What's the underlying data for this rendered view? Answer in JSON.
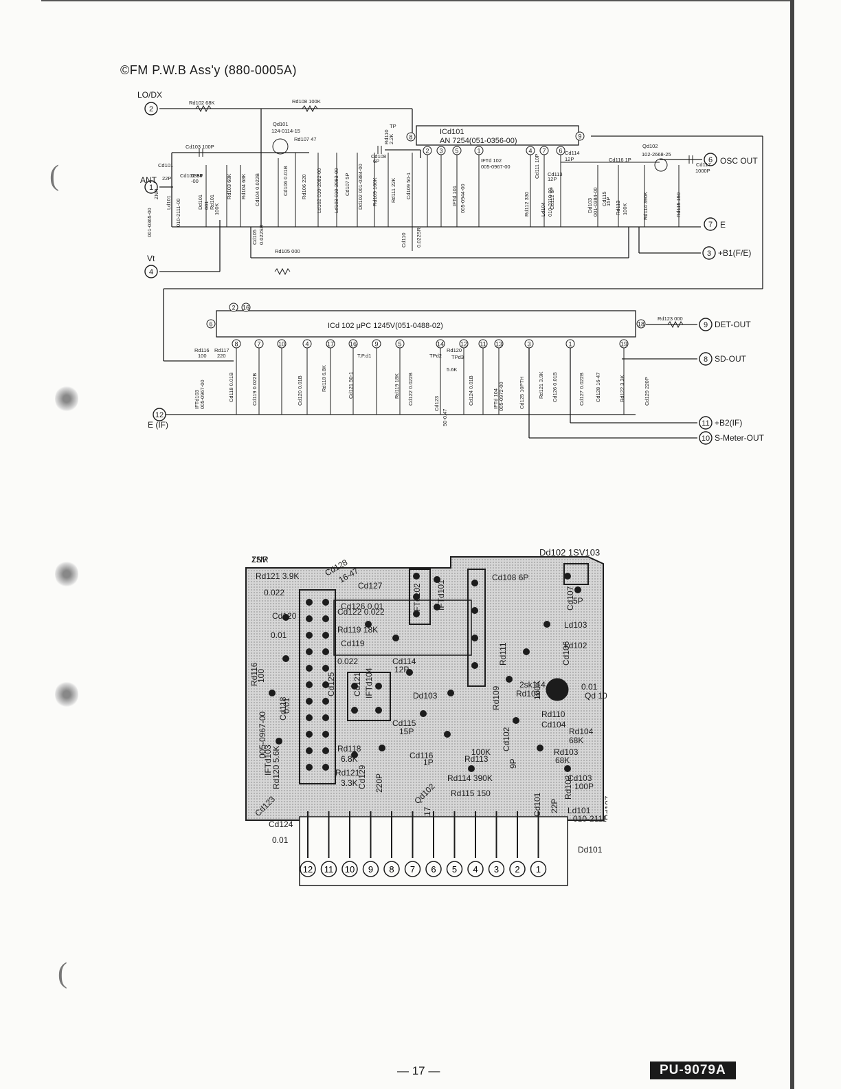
{
  "page": {
    "title": "©FM P.W.B Ass'y (880-0005A)",
    "page_number": "— 17 —",
    "doc_code": "PU-9079A"
  },
  "schematic": {
    "terminals": [
      {
        "num": "2",
        "label": "LO/DX"
      },
      {
        "num": "1",
        "label": "ANT"
      },
      {
        "num": "4",
        "label": "Vt"
      },
      {
        "num": "6",
        "label": "OSC OUT"
      },
      {
        "num": "7",
        "label": "E"
      },
      {
        "num": "3",
        "label": "+B1(F/E)"
      },
      {
        "num": "9",
        "label": "DET-OUT"
      },
      {
        "num": "8",
        "label": "SD-OUT"
      },
      {
        "num": "12",
        "label": "E (IF)"
      },
      {
        "num": "11",
        "label": "+B2(IF)"
      },
      {
        "num": "10",
        "label": "S-Meter-OUT"
      }
    ],
    "ic1": {
      "ref": "ICd101",
      "part": "AN 7254(051-0356-00)",
      "pins": [
        "8",
        "2",
        "3",
        "5",
        "1",
        "4",
        "7",
        "6",
        "9"
      ]
    },
    "ic2": {
      "ref": "ICd 102 μPC 1245V(051-0488-02)",
      "pins": [
        "6",
        "8",
        "7",
        "10",
        "4",
        "17",
        "16",
        "9",
        "5",
        "14",
        "12",
        "11",
        "13",
        "3",
        "1",
        "19",
        "18"
      ],
      "top_pins": [
        "2",
        "16"
      ]
    },
    "labels_top": [
      "Rd102 68K",
      "Rd108 100K",
      "Qd101",
      "124-0114-15",
      "Rd107 47",
      "Cd103 100P",
      "Cd101",
      "22P",
      "Cd102 9P",
      "0384",
      "-00",
      "Rd103 68K",
      "Rd104 68K",
      "Cd104 0.022B",
      "Cd106 0.01B",
      "Rd106 220",
      "Ld102 010-2082-00",
      "Ld103 010-2083-00",
      "Cd107 5P",
      "Dd102 001-0384-00",
      "Rd109 100K",
      "Cd108",
      "6P",
      "TP",
      "Rd110",
      "2.2K",
      "Rd111 22K",
      "Cd109 50-1",
      "Cd110",
      "0.022SR",
      "IFTd 101",
      "005-0944-00",
      "IFTd 102",
      "005-0967-00",
      "Cd111 10P",
      "Rd112 330",
      "Cd112 6P",
      "Cd113",
      "12P",
      "Cd114",
      "12P",
      "Ld104",
      "010-2110-00",
      "Dd103",
      "001-0384-00",
      "Cd115",
      "15P",
      "Cd116 1P",
      "Rd113",
      "100K",
      "Qd102",
      "102-2668-25",
      "Cd117",
      "1000P",
      "Rd114 390K",
      "Rd115 150",
      "Rd105 000",
      "Cd105",
      "0.022SR",
      "Ld101",
      "010-2111-00",
      "Dd101",
      "001",
      "Rd101",
      "100K",
      "001-0365-00",
      "ZNR"
    ],
    "labels_bottom": [
      "Rd116",
      "100",
      "Rd117",
      "220",
      "IFTd103",
      "005-0967-00",
      "Cd118 0.01B",
      "Cd119 0.022B",
      "Cd120 0.01B",
      "Rd118 6.8K",
      "Cd121 50-1",
      "T.P.d1",
      "Rd119 18K",
      "Cd122 0.022B",
      "Rd120",
      "5.6K",
      "TPd2",
      "TPd3",
      "Cd123",
      "50-0.47",
      "Cd124 0.01B",
      "IFTd 104",
      "005-0972-00",
      "Cd125 10PTH",
      "Rd121 3.9K",
      "Cd126 0.01B",
      "Cd127 0.022B",
      "Cd128 16-47",
      "Rd122 3.3K",
      "Cd129 220P",
      "Rd123 000"
    ]
  },
  "pcb": {
    "title": "Dd102 1SV103",
    "labels": [
      "Rd121 3.9K",
      "Cd128",
      "16-47",
      "Cd127",
      "0.022",
      "Cd126 0.01",
      "Cd122 0.022",
      "Cd120",
      "0.01",
      "Rd119 18K",
      "Cd119",
      "0.022",
      "Rd116",
      "100",
      "Cd121",
      "IFTd104",
      "Cd125",
      "005-0967-00",
      "Cd118",
      "0.01",
      "Rd118",
      "6.8K",
      "Rd121",
      "3.3K",
      "IFTd103",
      "Rd120 5.6K",
      "Cd123",
      "Cd124",
      "0.01",
      "Cd129",
      "220P",
      "IFTd102",
      "IFTd101",
      "Cd114",
      "12P",
      "Dd103",
      "Cd115",
      "15P",
      "Cd116",
      "1P",
      "Qd102",
      "Cd117",
      "Rd114 390K",
      "Rd115 150",
      "Rd113",
      "100K",
      "Cd108 6P",
      "Cd107",
      "5P",
      "Ld103",
      "Ld102",
      "Cd106",
      "0.01",
      "Qd 101",
      "2sk114",
      "Rd108",
      "100K",
      "Rd111",
      "Rd109",
      "Rd110",
      "Cd104",
      "Rd104",
      "68K",
      "Rd103",
      "68K",
      "Cd103",
      "100P",
      "Cd102",
      "9P",
      "Rd102",
      "Rd107",
      "Ld101",
      "010-2111-00",
      "Cd101",
      "22P",
      "Dd101",
      "1SV",
      "ZNR"
    ],
    "connector_pins": [
      "12",
      "11",
      "10",
      "9",
      "8",
      "7",
      "6",
      "5",
      "4",
      "3",
      "2",
      "1"
    ]
  }
}
